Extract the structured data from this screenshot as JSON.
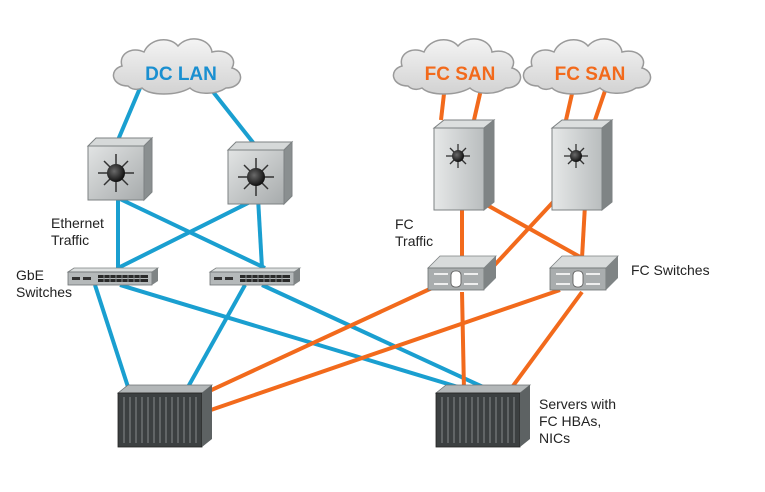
{
  "colors": {
    "ethernet_link": "#1a9fd0",
    "fc_link": "#f26a1c",
    "lan_text": "#1a8fd0",
    "san_text": "#f26a1c"
  },
  "clouds": {
    "lan": "DC LAN",
    "san_a": "FC SAN",
    "san_b": "FC SAN"
  },
  "labels": {
    "ethernet_traffic": [
      "Ethernet",
      "Traffic"
    ],
    "gbe_switches": [
      "GbE",
      "Switches"
    ],
    "fc_traffic": [
      "FC",
      "Traffic"
    ],
    "fc_switches": "FC Switches",
    "servers": [
      "Servers with",
      "FC HBAs,",
      "NICs"
    ]
  },
  "icons": {
    "core_switch": "core-switch-icon",
    "fc_director": "fc-director-icon",
    "gbe_switch": "gbe-switch-icon",
    "fc_switch": "fc-switch-icon",
    "server": "server-rack-icon",
    "cloud": "cloud-icon"
  }
}
